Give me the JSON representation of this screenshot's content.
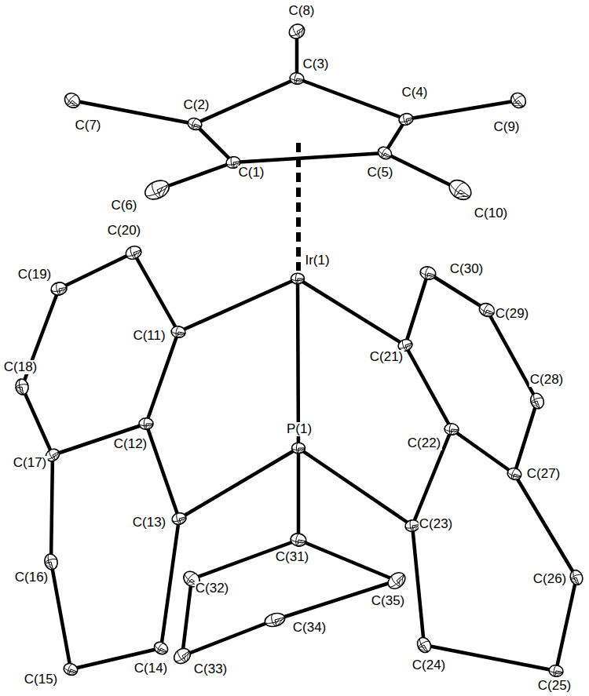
{
  "diagram": {
    "labels": [
      "C(8)",
      "C(3)",
      "C(2)",
      "C(7)",
      "C(4)",
      "C(9)",
      "C(1)",
      "C(5)",
      "C(6)",
      "C(10)",
      "C(20)",
      "Ir(1)",
      "C(30)",
      "C(19)",
      "C(29)",
      "C(11)",
      "C(21)",
      "C(18)",
      "C(28)",
      "C(12)",
      "C(22)",
      "C(17)",
      "P(1)",
      "C(27)",
      "C(13)",
      "C(31)",
      "C(23)",
      "C(32)",
      "C(16)",
      "C(26)",
      "C(35)",
      "C(34)",
      "C(14)",
      "C(33)",
      "C(24)",
      "C(15)",
      "C(25)"
    ]
  }
}
